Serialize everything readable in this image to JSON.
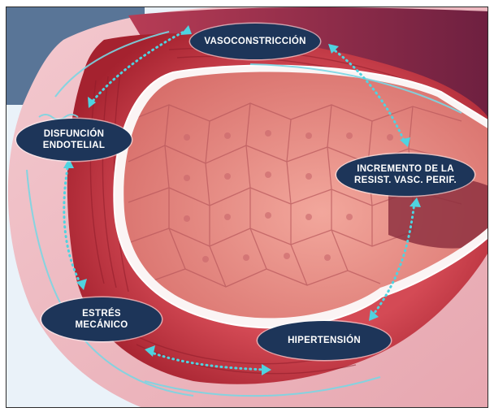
{
  "colors": {
    "label_bg": "#1d3559",
    "label_text": "#ffffff",
    "arrow": "#4fd3e0",
    "vessel_wall": "#c2303e",
    "lumen": "#e88a80"
  },
  "labels": {
    "vasoconstriccion": "VASOCONSTRICCIÓN",
    "disfuncion": "DISFUNCIÓN\nENDOTELIAL",
    "incremento": "INCREMENTO DE LA\nRESIST. VASC. PERIF.",
    "estres": "ESTRÉS\nMECÁNICO",
    "hipertension": "HIPERTENSIÓN"
  }
}
